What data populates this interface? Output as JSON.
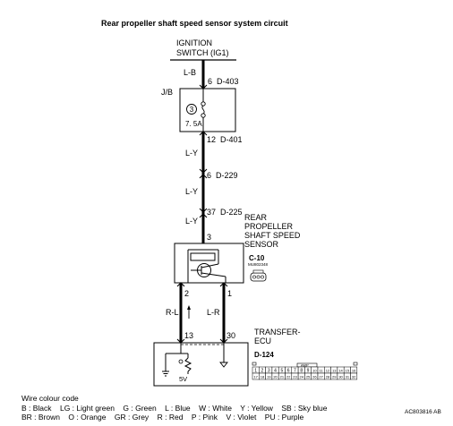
{
  "title": "Rear propeller shaft speed sensor system circuit",
  "ignition_switch": {
    "line1": "IGNITION",
    "line2": "SWITCH (IG1)"
  },
  "junction_block": {
    "label": "J/B",
    "fuse_number": "3",
    "fuse_rating": "7. 5A"
  },
  "wires": {
    "lb": "L-B",
    "ly1": "L-Y",
    "ly2": "L-Y",
    "ly3": "L-Y",
    "rl": "R-L",
    "lr": "L-R"
  },
  "connectors": {
    "d403": {
      "pin": "6",
      "name": "D-403"
    },
    "d401": {
      "pin": "12",
      "name": "D-401"
    },
    "d229": {
      "pin": "6",
      "name": "D-229"
    },
    "d225": {
      "pin": "37",
      "name": "D-225"
    }
  },
  "sensor": {
    "line1": "REAR",
    "line2": "PROPELLER",
    "line3": "SHAFT SPEED",
    "line4": "SENSOR",
    "pin_power": "3",
    "pin_left": "2",
    "pin_right": "1",
    "connector": "C-10",
    "part_number": "MU802348"
  },
  "ecu": {
    "line1": "TRANSFER-",
    "line2": "ECU",
    "pin_left": "13",
    "pin_right": "30",
    "connector": "D-124",
    "voltage": "5V",
    "amp_label": "AMP",
    "pins_top": [
      "1",
      "2",
      "3",
      "4",
      "5",
      "6",
      "7",
      "8",
      "9",
      "10",
      "11",
      "12",
      "13",
      "14",
      "15",
      "16"
    ],
    "pins_bottom": [
      "17",
      "18",
      "19",
      "20",
      "21",
      "22",
      "23",
      "24",
      "25",
      "26",
      "27",
      "28",
      "29",
      "30",
      "31",
      "32"
    ]
  },
  "legend": {
    "heading": "Wire colour code",
    "row1": "B : Black    LG : Light green    G : Green    L : Blue    W : White    Y : Yellow    SB : Sky blue",
    "row2": "BR : Brown    O : Orange    GR : Grey    R : Red    P : Pink    V : Violet    PU : Purple"
  },
  "figure_code": "AC803816 AB"
}
